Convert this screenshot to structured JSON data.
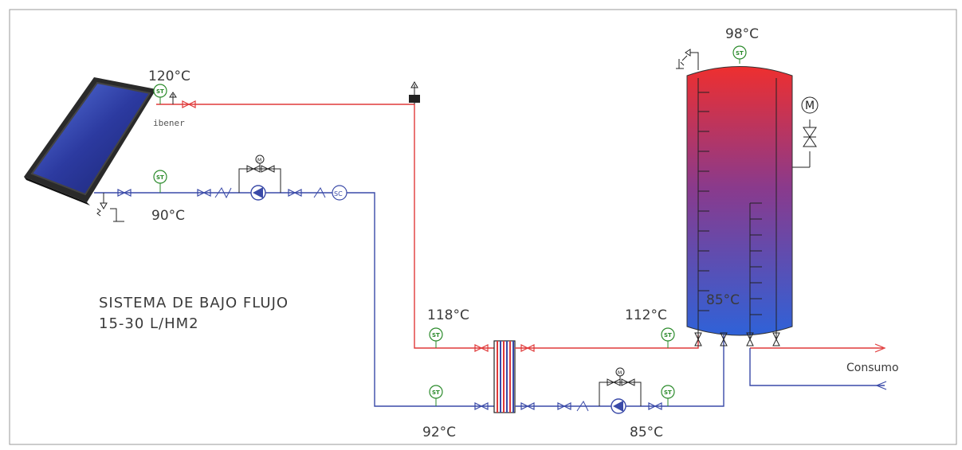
{
  "labels": {
    "t_collector_out": "120°C",
    "t_collector_in": "90°C",
    "t_tank_top": "98°C",
    "t_hx_in_hot": "118°C",
    "t_hx_out_cold": "92°C",
    "t_tank_return": "112°C",
    "t_tank_bottom": "85°C",
    "t_pump_secondary": "85°C",
    "system_title": "SISTEMA DE BAJO FLUJO",
    "system_flow": "15-30 L/HM2",
    "brand": "ibener",
    "consumo": "Consumo"
  },
  "symbols": {
    "sensor": "ST",
    "motor": "M",
    "flow_meter": "SC"
  },
  "colors": {
    "hot_line": "#e03a3a",
    "cold_line": "#3a4aa8",
    "sensor": "#2a8a2a",
    "tank_top": "#e8333a",
    "tank_mid": "#8a3a8a",
    "tank_bottom": "#3a5ac8",
    "collector_glass": "#2a3a9a"
  }
}
